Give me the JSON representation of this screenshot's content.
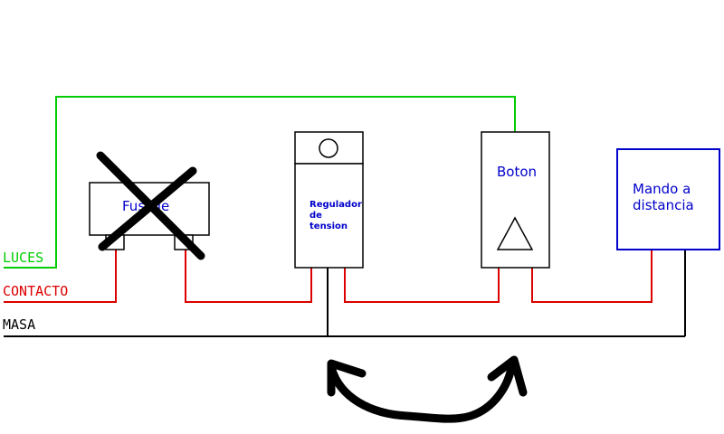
{
  "wire_labels": {
    "luces": "LUCES",
    "contacto": "CONTACTO",
    "masa": "MASA"
  },
  "components": {
    "fusible": "Fusible",
    "regulador": [
      "Regulador",
      "de",
      "tension"
    ],
    "boton": "Boton",
    "mando": [
      "Mando a",
      "distancia"
    ]
  },
  "colors": {
    "luces_wire": "#00cc00",
    "contacto_wire": "#dd0000",
    "masa_wire": "#000000",
    "component_text": "#0000cc",
    "mando_border": "#0000cc",
    "cross_mark": "#000000",
    "swap_arrow": "#000000"
  },
  "icons": {
    "boton_symbol": "triangle-icon",
    "fusible_mark": "cross-out-icon",
    "swap": "curved-double-arrow-icon"
  }
}
